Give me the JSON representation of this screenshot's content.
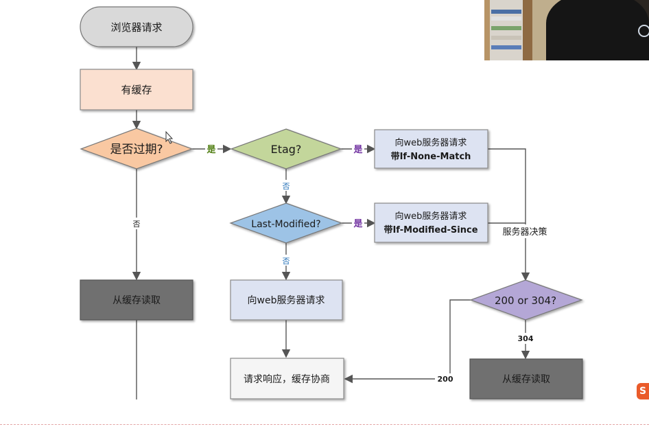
{
  "flowchart": {
    "start": "浏览器请求",
    "has_cache": "有缓存",
    "expired_q": "是否过期?",
    "etag_q": "Etag?",
    "last_modified_q": "Last-Modified?",
    "req_if_none_match_line1": "向web服务器请求",
    "req_if_none_match_line2": "带If-None-Match",
    "req_if_modified_since_line1": "向web服务器请求",
    "req_if_modified_since_line2": "带If-Modified-Since",
    "req_plain": "向web服务器请求",
    "read_cache_left": "从缓存读取",
    "server_decision": "服务器决策",
    "status_q": "200 or 304?",
    "read_cache_right": "从缓存读取",
    "response_negotiate": "请求响应，缓存协商",
    "edge_yes": "是",
    "edge_no": "否",
    "edge_304": "304",
    "edge_200": "200"
  },
  "colors": {
    "start_fill": "#d9d9d9",
    "cache_fill": "#fbe0d0",
    "expired_fill": "#f9c8a2",
    "etag_fill": "#c3d69b",
    "lastmod_fill": "#9dc3e6",
    "request_fill": "#dde3f2",
    "read_cache_fill": "#6f6f6f",
    "status_fill": "#b4a7d6",
    "response_fill": "#f5f5f5",
    "edge_yes_green": "#4e7d10",
    "edge_yes_purple": "#7030a0",
    "edge_no_blue": "#1f6db5"
  },
  "overlays": {
    "corner_badge_glyph": "S"
  }
}
